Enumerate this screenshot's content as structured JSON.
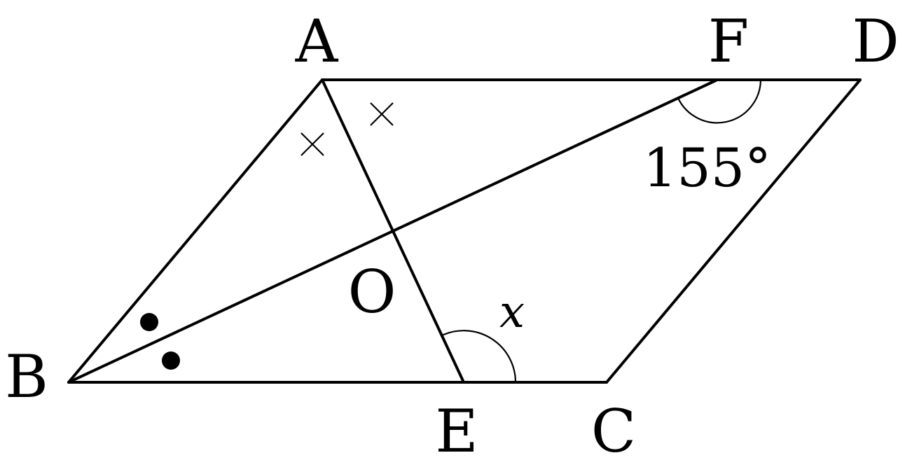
{
  "points": {
    "A": "A",
    "F": "F",
    "D": "D",
    "B": "B",
    "O": "O",
    "E": "E",
    "C": "C"
  },
  "angles": {
    "angle_afb": "155°",
    "angle_aec": "x"
  }
}
